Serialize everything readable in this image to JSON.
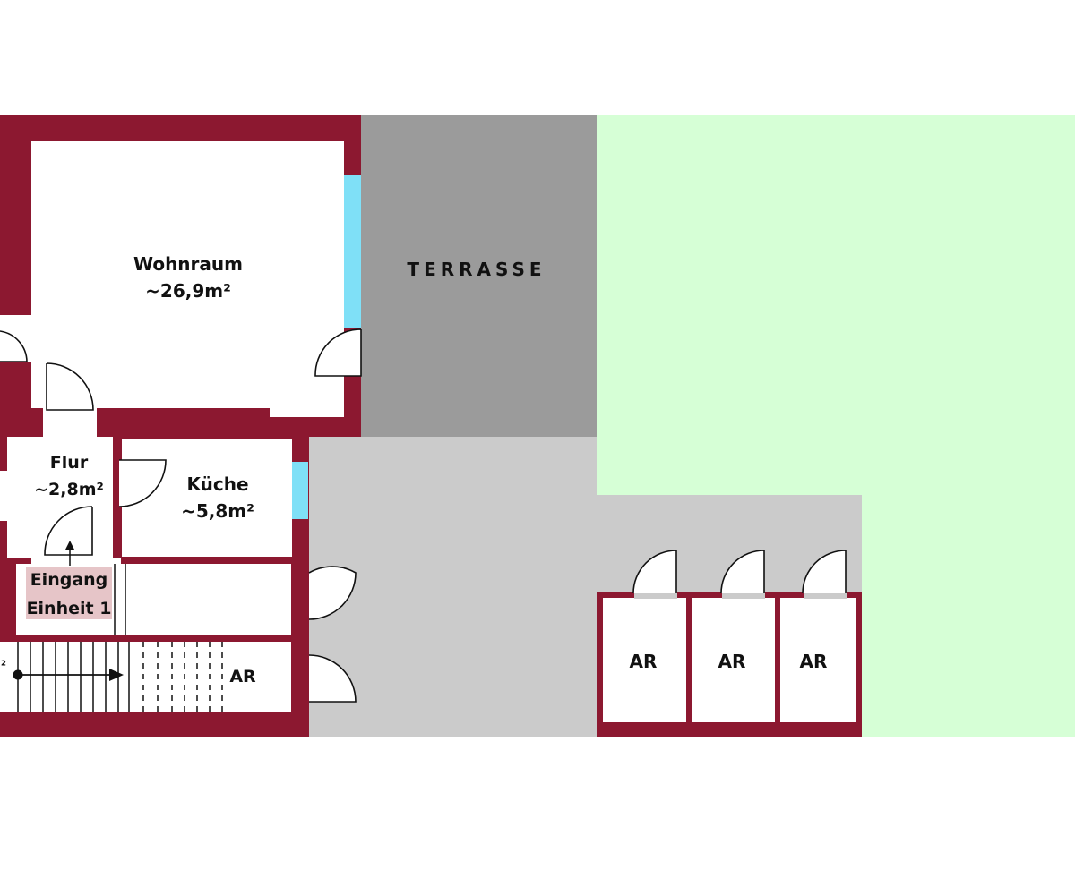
{
  "colors": {
    "wall": "#8c1830",
    "terrace": "#9b9b9b",
    "paving": "#cbcbcb",
    "garden": "#d6ffd6",
    "window": "#7fe0f7",
    "entrance_label_bg": "#e6c5c8"
  },
  "rooms": {
    "wohnraum": {
      "name": "Wohnraum",
      "area": "~26,9m²"
    },
    "flur": {
      "name": "Flur",
      "area": "~2,8m²"
    },
    "kueche": {
      "name": "Küche",
      "area": "~5,8m²"
    },
    "stair_ar": {
      "name": "AR"
    },
    "stair_edge_unit": "²"
  },
  "terrace": {
    "label": "TERRASSE"
  },
  "entrance": {
    "line1": "Eingang",
    "line2": "Einheit 1"
  },
  "storage_rooms": [
    {
      "label": "AR"
    },
    {
      "label": "AR"
    },
    {
      "label": "AR"
    }
  ]
}
